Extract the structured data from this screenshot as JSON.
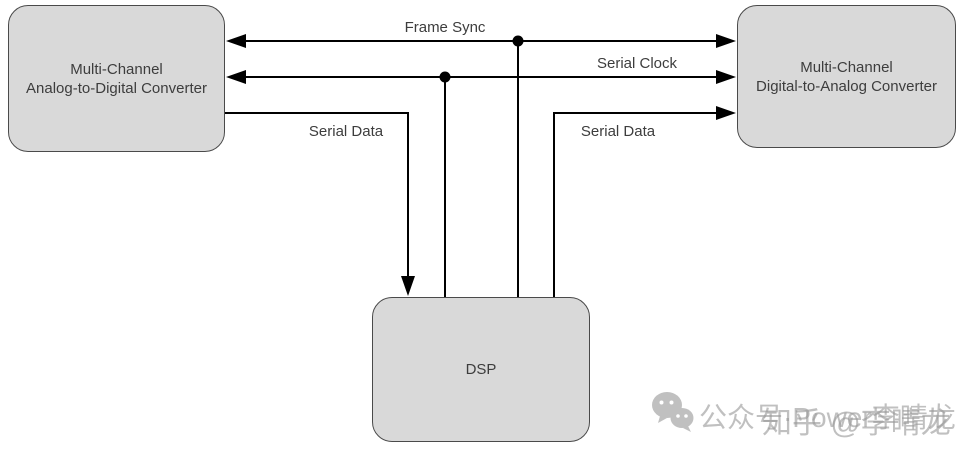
{
  "diagram": {
    "nodes": {
      "adc": {
        "line1": "Multi-Channel",
        "line2": "Analog-to-Digital Converter"
      },
      "dac": {
        "line1": "Multi-Channel",
        "line2": "Digital-to-Analog Converter"
      },
      "dsp": {
        "label": "DSP"
      }
    },
    "signals": {
      "frame_sync": "Frame Sync",
      "serial_clock": "Serial Clock",
      "serial_data_left": "Serial Data",
      "serial_data_right": "Serial Data"
    }
  },
  "watermark": {
    "wechat_icon": "wechat-chat-bubbles-icon",
    "wechat_text": "公众号·Power李晴龙",
    "zhihu_text": "知乎 @李晴龙"
  },
  "colors": {
    "node_fill": "#d9d9d9",
    "node_border": "#4a4a4a",
    "wire": "#000000",
    "label_text": "#3d3d3d",
    "watermark_gray": "#9a9a9a"
  }
}
